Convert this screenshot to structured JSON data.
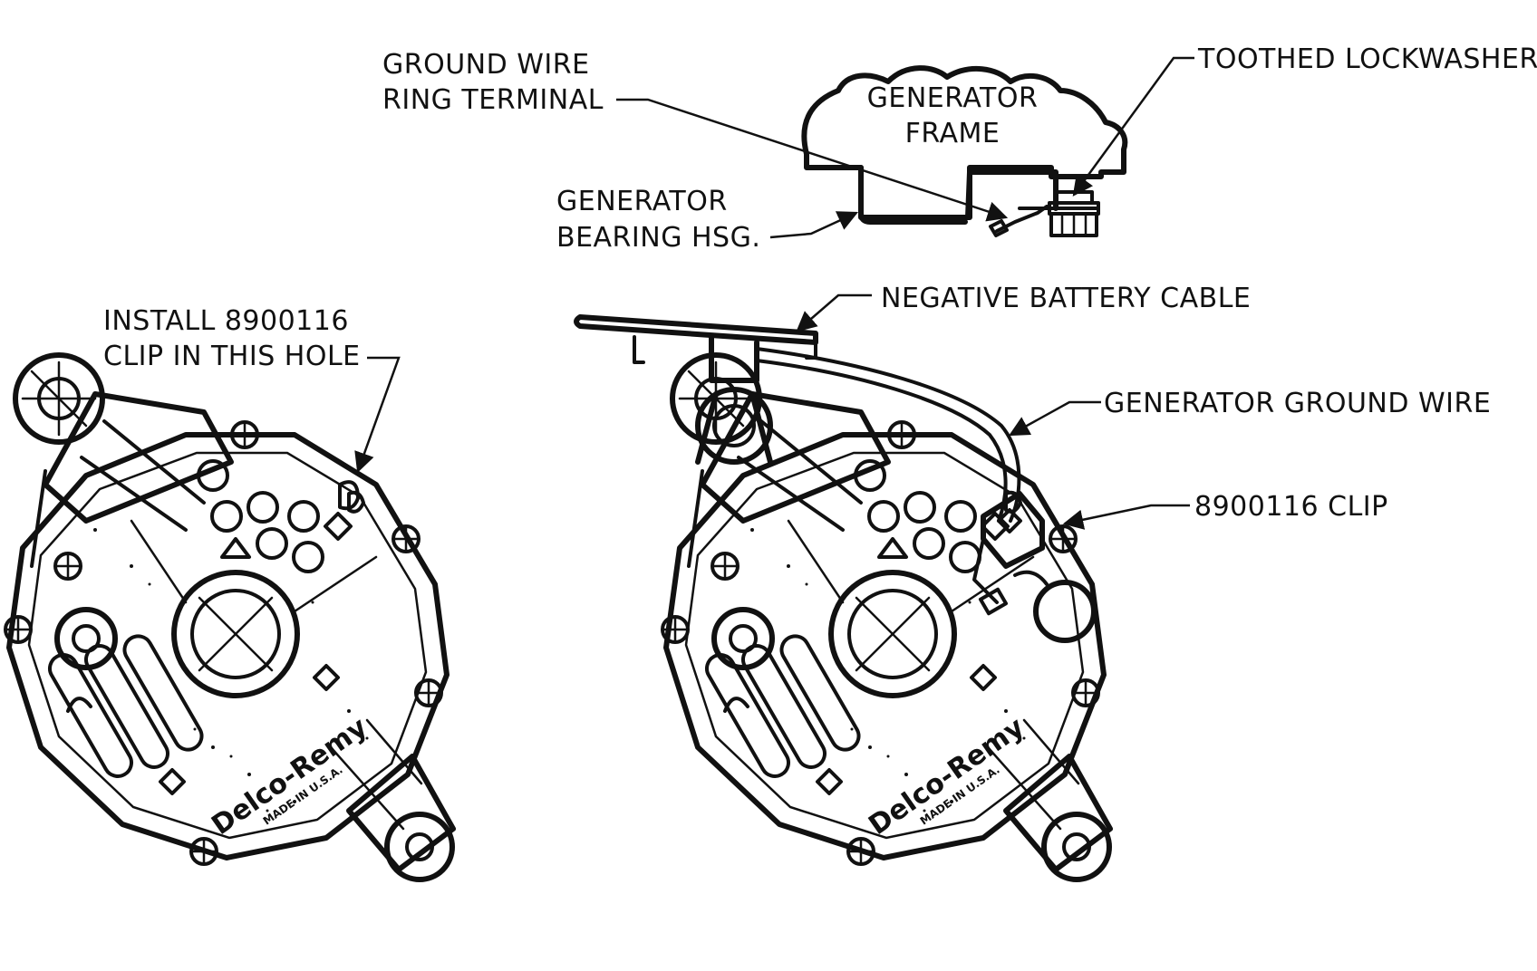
{
  "labels": {
    "ground_wire_line1": "GROUND WIRE",
    "ground_wire_line2": "RING TERMINAL",
    "generator_frame_line1": "GENERATOR",
    "generator_frame_line2": "FRAME",
    "toothed_lockwasher": "TOOTHED LOCKWASHER",
    "bearing_hsg_line1": "GENERATOR",
    "bearing_hsg_line2": "BEARING HSG.",
    "install_clip_line1": "INSTALL 8900116",
    "install_clip_line2": "CLIP IN THIS HOLE",
    "negative_battery_cable": "NEGATIVE BATTERY CABLE",
    "generator_ground_wire": "GENERATOR GROUND WIRE",
    "clip_part": "8900116 CLIP"
  },
  "brand": {
    "name": "Delco-Remy",
    "made_in": "MADE IN U.S.A."
  }
}
